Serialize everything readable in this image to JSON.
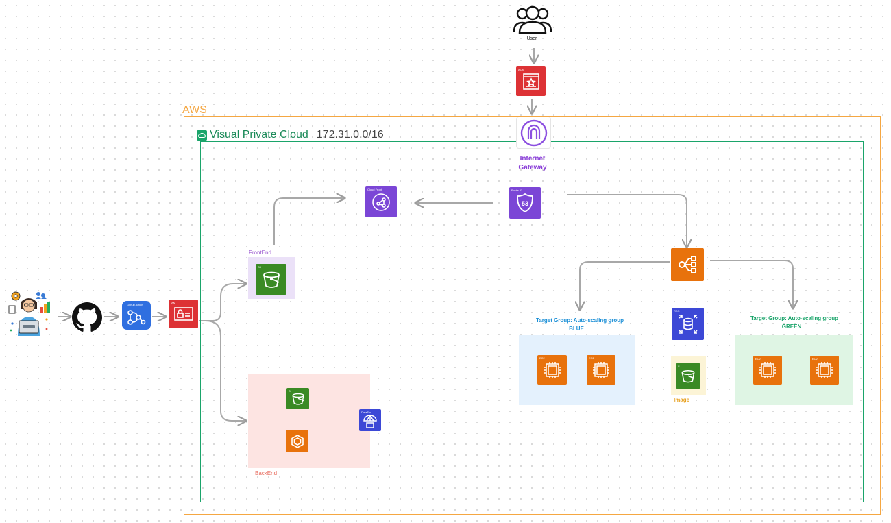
{
  "labels": {
    "aws": "AWS",
    "vpc_name": "Visual Private Cloud",
    "vpc_cidr": "172.31.0.0/16",
    "user": "User",
    "igw_line1": "Internet",
    "igw_line2": "Gateway",
    "frontend": "FrontEnd",
    "backend": "BackEnd",
    "image": "Image",
    "tg_blue_title": "Target Group: Auto-scaling group",
    "tg_blue_name": "BLUE",
    "tg_green_title": "Target Group: Auto-scaling group",
    "tg_green_name": "GREEN"
  },
  "tile_captions": {
    "acm": "ACM",
    "cloudfront": "Cloud Front",
    "route53": "Route 53",
    "github_action": "Github Action",
    "iam": "IAM",
    "s3_frontend": "S3",
    "s3_backend": "S",
    "rds": "RDS",
    "s3_image": "S",
    "ec2": "EC2",
    "dataflow": "DataFlo"
  },
  "colors": {
    "aws": "#f5a742",
    "vpc": "#1aa46a",
    "security_red": "#dd3235",
    "networking_purple": "#7b46d6",
    "compute_orange": "#e8720c",
    "storage_green": "#3a8a24",
    "database_blue": "#3c48d6",
    "blue_group_text": "#1b8fd6",
    "green_group_text": "#1aa46a"
  },
  "icons": [
    "users-icon",
    "developer-icon",
    "github-icon",
    "github-actions-icon",
    "iam-icon",
    "acm-icon",
    "internet-gateway-icon",
    "cloudfront-icon",
    "route53-icon",
    "load-balancer-icon",
    "s3-bucket-icon",
    "ecs-icon",
    "dataflow-icon",
    "rds-icon",
    "ec2-icon"
  ]
}
